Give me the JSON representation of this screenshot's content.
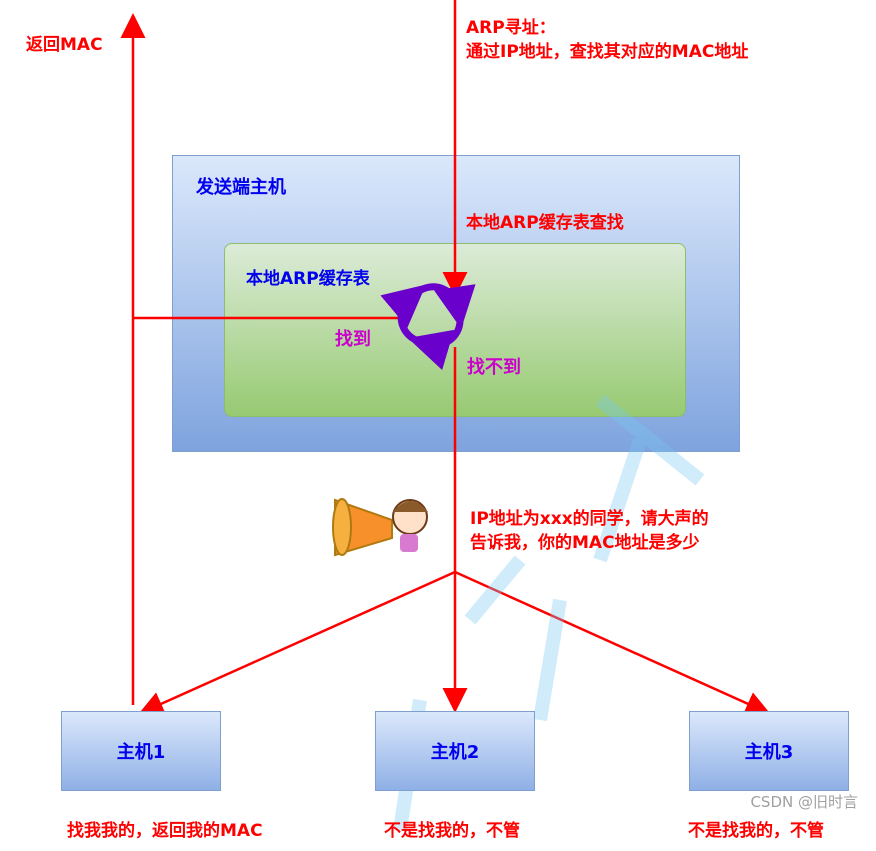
{
  "labels": {
    "return_mac": "返回MAC",
    "arp_title": "ARP寻址：",
    "arp_desc": "通过IP地址，查找其对应的MAC地址",
    "sender_host": "发送端主机",
    "local_lookup": "本地ARP缓存表查找",
    "local_cache": "本地ARP缓存表",
    "found": "找到",
    "not_found": "找不到",
    "broadcast_line1": "IP地址为xxx的同学，请大声的",
    "broadcast_line2": "告诉我，你的MAC地址是多少"
  },
  "hosts": [
    {
      "name": "主机1",
      "reply": "找我我的，返回我的MAC"
    },
    {
      "name": "主机2",
      "reply": "不是找我的，不管"
    },
    {
      "name": "主机3",
      "reply": "不是找我的，不管"
    }
  ],
  "watermark": "CSDN @旧时言",
  "colors": {
    "arrow": "#ff0000",
    "cycle": "#6a00cc",
    "text_blue": "#0000ee",
    "text_magenta": "#cc00cc"
  }
}
